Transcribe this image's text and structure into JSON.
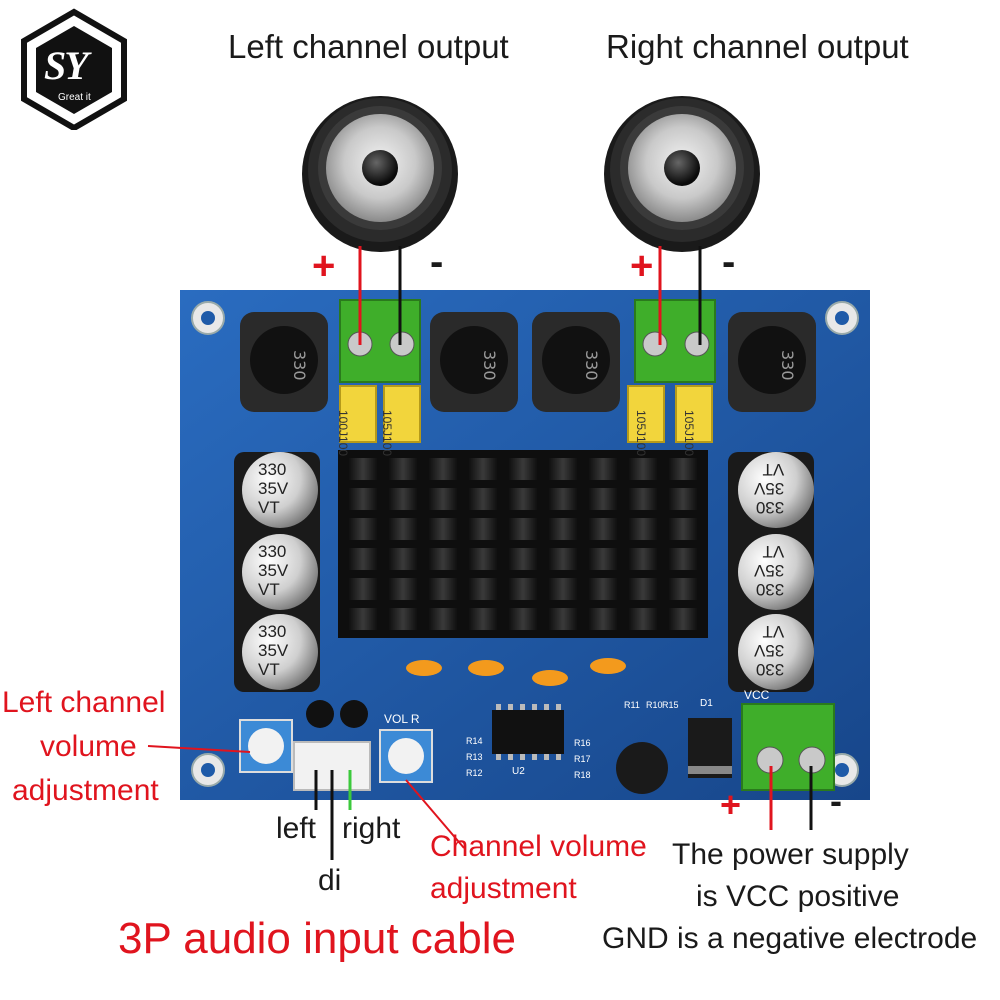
{
  "logo": {
    "letters": "SY",
    "tagline": "Great it"
  },
  "speakers": {
    "left_title": "Left channel output",
    "right_title": "Right channel output",
    "plus": "+",
    "minus": "-"
  },
  "annotations": {
    "left_volume": [
      "Left channel",
      "volume",
      "adjustment"
    ],
    "channel_volume": [
      "Channel volume",
      "adjustment"
    ],
    "input_left": "left",
    "input_right": "right",
    "input_di": "di",
    "input_cable_title": "3P audio input cable",
    "power_plus": "+",
    "power_minus": "-",
    "power_desc": [
      "The power supply",
      "is VCC positive",
      "GND is a negative electrode"
    ]
  },
  "board": {
    "inductor_label": "330",
    "film_caps": [
      "100J100",
      "105J100",
      "105J100",
      "105J100"
    ],
    "electrolytic_caps": [
      "330",
      "35V",
      "VT"
    ],
    "silk_vol_r": "VOL R",
    "silk_vcc": "VCC",
    "silk_u2": "U2",
    "silk_d1": "D1",
    "silk_resistors": [
      "R11",
      "R10",
      "R15",
      "R14",
      "R13",
      "R12",
      "R16",
      "R17",
      "R18"
    ]
  },
  "colors": {
    "board_blue": "#1e5aa8",
    "terminal_green": "#3fae2a",
    "heatsink": "#1c1c1c",
    "film_cap_yellow": "#f2d53c",
    "label_red": "#e0141e",
    "wire_red": "#e0141e",
    "wire_black": "#111111",
    "wire_green": "#3cc93c"
  }
}
